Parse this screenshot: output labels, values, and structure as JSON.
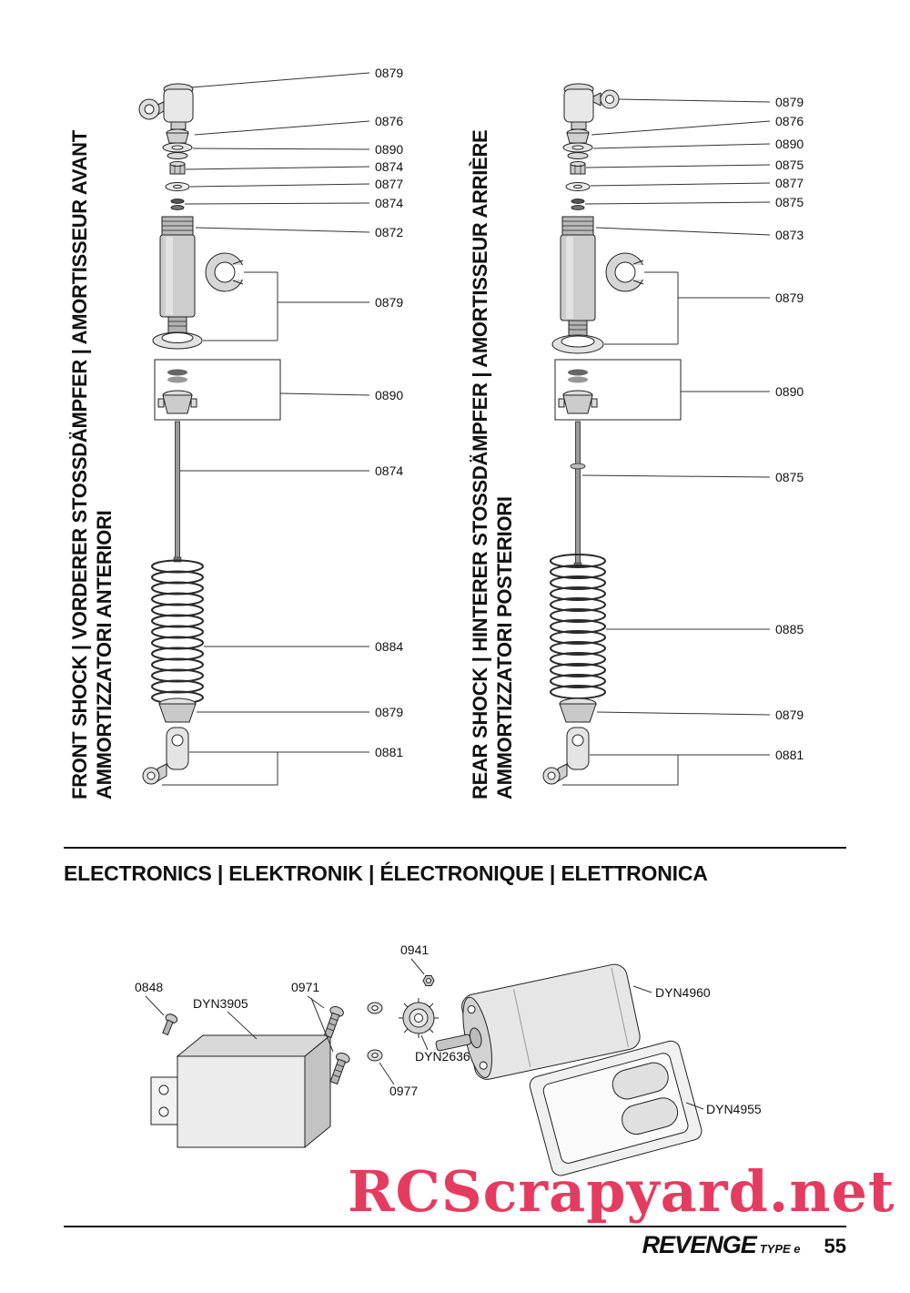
{
  "front_shock": {
    "title_line1": "FRONT SHOCK | VORDERER STOSSDÄMPFER | AMORTISSEUR AVANT",
    "title_line2": "AMMORTIZZATORI ANTERIORI",
    "labels": [
      "0879",
      "0876",
      "0890",
      "0874",
      "0877",
      "0874",
      "0872",
      "0879",
      "0890",
      "0874",
      "0884",
      "0879",
      "0881"
    ]
  },
  "rear_shock": {
    "title_line1": "REAR SHOCK | HINTERER STOSSDÄMPFER | AMORTISSEUR ARRIÈRE",
    "title_line2": "AMMORTIZZATORI POSTERIORI",
    "labels": [
      "0879",
      "0876",
      "0890",
      "0875",
      "0877",
      "0875",
      "0873",
      "0879",
      "0890",
      "0875",
      "0885",
      "0879",
      "0881"
    ]
  },
  "electronics": {
    "heading": "ELECTRONICS | ELEKTRONIK | ÉLECTRONIQUE | ELETTRONICA",
    "labels": {
      "servo_screw": "0848",
      "servo": "DYN3905",
      "motor_screws": "0971",
      "pinion_nut": "0941",
      "pinion": "DYN2636",
      "washer": "0977",
      "motor": "DYN4960",
      "esc_case": "DYN4955"
    }
  },
  "watermark": "RCScrapyard.net",
  "footer": {
    "logo_main": "REVENGE",
    "logo_sub": "TYPE e",
    "page_number": "55"
  }
}
